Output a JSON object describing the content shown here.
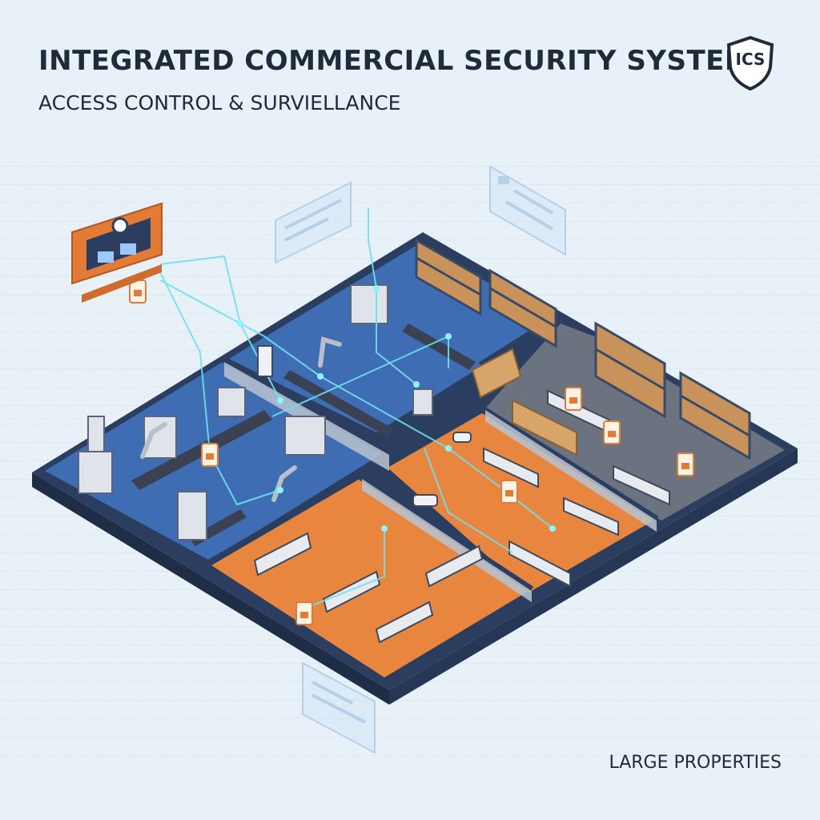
{
  "header": {
    "title": "INTEGRATED COMMERCIAL SECURITY SYSTEMS",
    "subtitle": "ACCESS CONTROL & SURVIELLANCE"
  },
  "logo": {
    "text": "ICS",
    "icon": "shield-icon"
  },
  "footer": {
    "label": "LARGE PROPERTIES"
  },
  "zones": [
    {
      "name": "manufacturing-floor",
      "color": "#3e6db3"
    },
    {
      "name": "robotics-line",
      "color": "#3e6db3"
    },
    {
      "name": "warehouse-storage",
      "color": "#6b7280"
    },
    {
      "name": "office-west",
      "color": "#e8863f"
    },
    {
      "name": "office-east",
      "color": "#e8863f"
    },
    {
      "name": "office-northeast",
      "color": "#6b7280"
    }
  ],
  "colors": {
    "background": "#e9f1f8",
    "wall": "#2c3e5f",
    "blue_floor": "#3e6db3",
    "orange_floor": "#e8863f",
    "gray_floor": "#6b7280",
    "network_line": "#6fe0f0",
    "control_panel": "#e37a36"
  }
}
